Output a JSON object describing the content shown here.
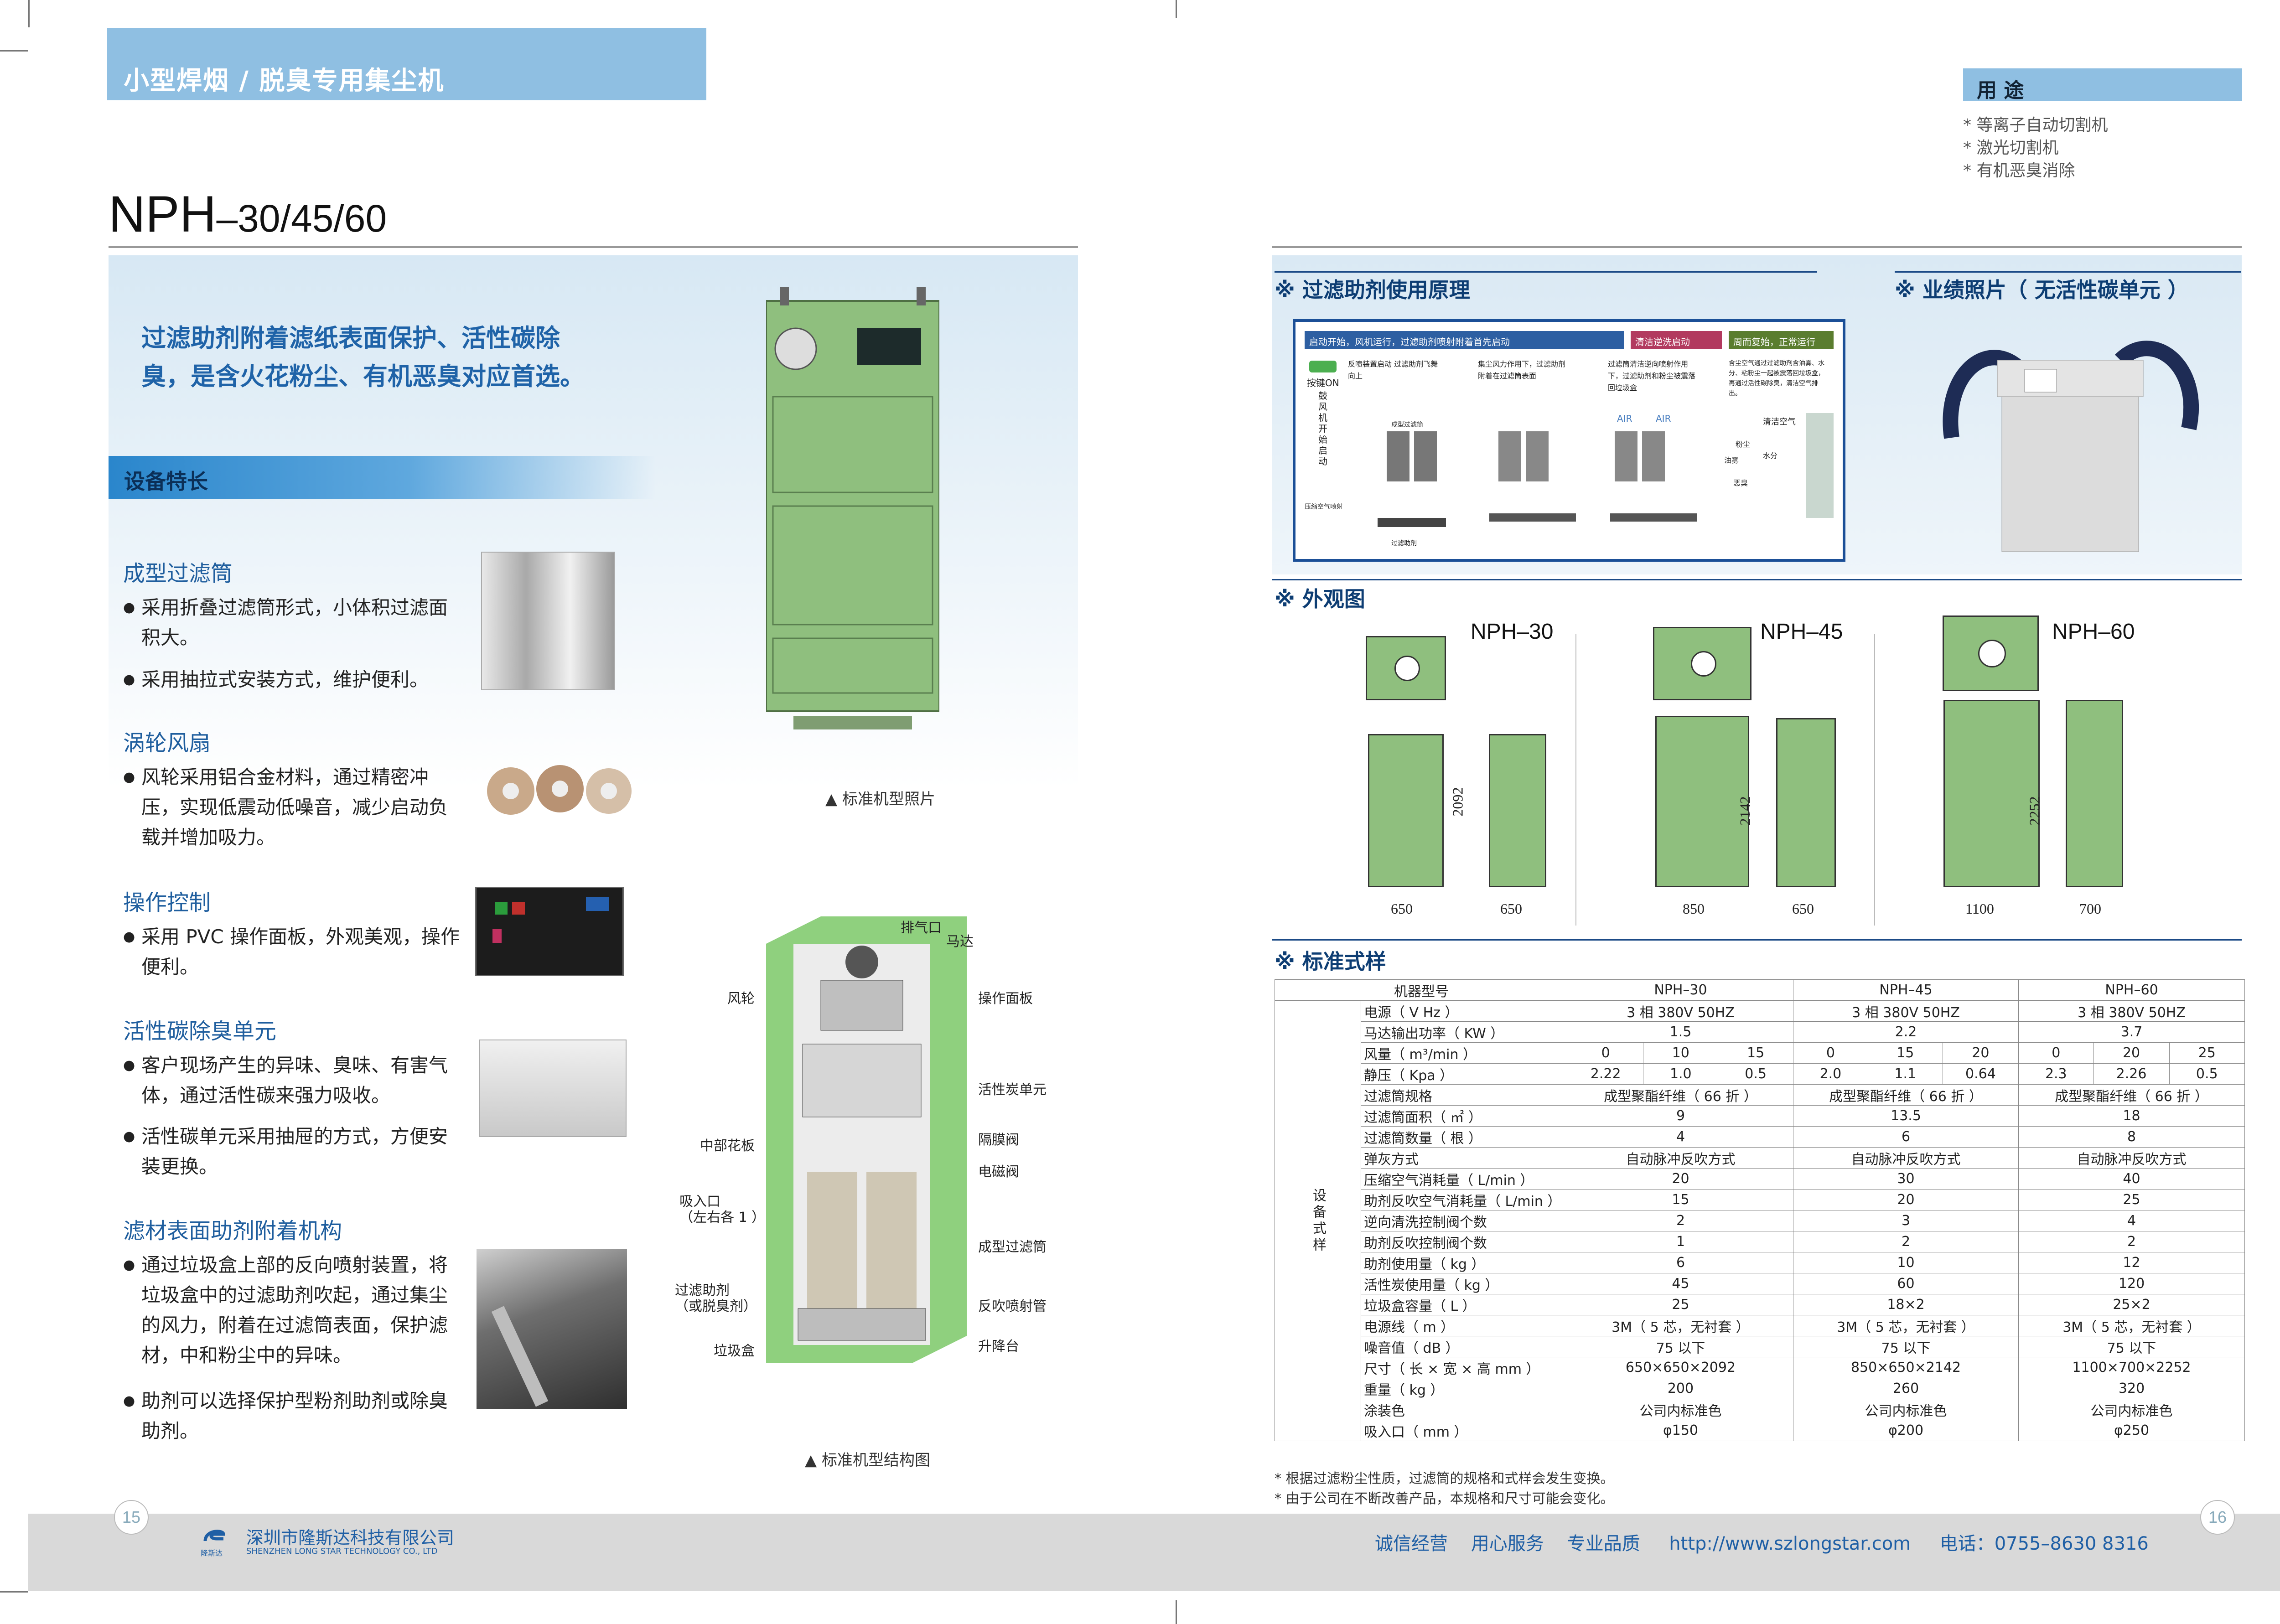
{
  "header": {
    "title": "小型焊烟 / 脱臭专用集尘机"
  },
  "model": {
    "name": "NPH",
    "variants": "–30/45/60"
  },
  "slogan": {
    "line1": "过滤助剂附着滤纸表面保护、活性碳除",
    "line2": "臭，是含火花粉尘、有机恶臭对应首选。"
  },
  "features": {
    "title": "设备特长",
    "items": [
      {
        "heading": "成型过滤筒",
        "points": [
          "采用折叠过滤筒形式，小体积过滤面积大。",
          "采用抽拉式安装方式，维护便利。"
        ]
      },
      {
        "heading": "涡轮风扇",
        "points": [
          "风轮采用铝合金材料，通过精密冲压，实现低震动低噪音，减少启动负载并增加吸力。"
        ]
      },
      {
        "heading": "操作控制",
        "points": [
          "采用 PVC 操作面板，外观美观，操作便利。"
        ]
      },
      {
        "heading": "活性碳除臭单元",
        "points": [
          "客户现场产生的异味、臭味、有害气体，通过活性碳来强力吸收。",
          "活性碳单元采用抽屉的方式，方便安装更换。"
        ]
      },
      {
        "heading": "滤材表面助剂附着机构",
        "points": [
          "通过垃圾盒上部的反向喷射装置，将垃圾盒中的过滤助剂吹起，通过集尘的风力，附着在过滤筒表面，保护滤材，中和粉尘中的异味。",
          "助剂可以选择保护型粉剂助剂或除臭助剂。"
        ]
      }
    ]
  },
  "captions": {
    "photo": "▲  标准机型照片",
    "structure": "▲  标准机型结构图"
  },
  "structure_labels": {
    "exhaust": "排气口",
    "motor": "马达",
    "fan": "风轮",
    "panel": "操作面板",
    "carbon": "活性炭单元",
    "midplate": "中部花板",
    "diaphragm": "隔膜阀",
    "solenoid": "电磁阀",
    "inlet": "吸入口",
    "inlet_note": "（左右各 1 ）",
    "cartridge": "成型过滤筒",
    "agent": "过滤助剂",
    "agent_note": "（或脱臭剂）",
    "reverse": "反吹喷射管",
    "dustbox": "垃圾盒",
    "lift": "升降台"
  },
  "usage": {
    "title": "用 途",
    "items": [
      "* 等离子自动切割机",
      "* 激光切割机",
      "* 有机恶臭消除"
    ]
  },
  "principle": {
    "title": "※  过滤助剂使用原理",
    "steps": [
      "启动开始，风机运行，过滤助剂喷射附着首先启动",
      "清洁逆洗启动",
      "周而复始，正常运行"
    ],
    "key_on": "按键ON",
    "fan_start": "鼓风机开始启动",
    "notes": [
      "反喷装置启动 过滤助剂飞舞向上",
      "集尘风力作用下，过滤助剂附着在过滤筒表面",
      "过滤筒清洁逆向喷射作用下，过滤助剂和粉尘被震落回垃圾盒",
      "含尘空气通过过滤助剂含油雾、水分、粘粉尘一起被震落回垃圾盒，再通过活性碳除臭，清洁空气排出。"
    ],
    "labels": {
      "filter": "成型过滤筒",
      "compressed": "压缩空气喷射",
      "agent": "过滤助剂",
      "air": "AIR",
      "clean": "清洁空气",
      "dust": "粉尘",
      "water": "水分",
      "oil": "油雾",
      "odor": "恶臭"
    }
  },
  "photo_title": "※  业绩照片（ 无活性碳单元 ）",
  "outline": {
    "title": "※  外观图",
    "models": [
      {
        "name": "NPH–30",
        "height": "2092",
        "width": "650",
        "depth": "650"
      },
      {
        "name": "NPH–45",
        "height": "2142",
        "width": "850",
        "depth": "650"
      },
      {
        "name": "NPH–60",
        "height": "2252",
        "width": "1100",
        "depth": "700"
      }
    ]
  },
  "spec": {
    "title": "※  标准式样",
    "side_label": "设备式样",
    "header": [
      "机器型号",
      "NPH–30",
      "NPH–45",
      "NPH–60"
    ],
    "rows": [
      {
        "label": "电源（ V   Hz ）",
        "vals": [
          "3 相 380V    50HZ",
          "3 相 380V    50HZ",
          "3 相 380V    50HZ"
        ]
      },
      {
        "label": "马达输出功率（ KW ）",
        "vals": [
          "1.5",
          "2.2",
          "3.7"
        ]
      },
      {
        "label": "风量（ m³/min ）",
        "split": [
          [
            "0",
            "10",
            "15"
          ],
          [
            "0",
            "15",
            "20"
          ],
          [
            "0",
            "20",
            "25"
          ]
        ]
      },
      {
        "label": "静压（ Kpa ）",
        "split": [
          [
            "2.22",
            "1.0",
            "0.5"
          ],
          [
            "2.0",
            "1.1",
            "0.64"
          ],
          [
            "2.3",
            "2.26",
            "0.5"
          ]
        ]
      },
      {
        "label": "过滤筒规格",
        "vals": [
          "成型聚酯纤维（ 66 折 ）",
          "成型聚酯纤维（ 66 折 ）",
          "成型聚酯纤维（ 66 折 ）"
        ]
      },
      {
        "label": "过滤筒面积（ ㎡ ）",
        "vals": [
          "9",
          "13.5",
          "18"
        ]
      },
      {
        "label": "过滤筒数量（ 根 ）",
        "vals": [
          "4",
          "6",
          "8"
        ]
      },
      {
        "label": "弹灰方式",
        "vals": [
          "自动脉冲反吹方式",
          "自动脉冲反吹方式",
          "自动脉冲反吹方式"
        ]
      },
      {
        "label": "压缩空气消耗量（ L/min ）",
        "vals": [
          "20",
          "30",
          "40"
        ]
      },
      {
        "label": "助剂反吹空气消耗量（ L/min ）",
        "vals": [
          "15",
          "20",
          "25"
        ]
      },
      {
        "label": "逆向清洗控制阀个数",
        "vals": [
          "2",
          "3",
          "4"
        ]
      },
      {
        "label": "助剂反吹控制阀个数",
        "vals": [
          "1",
          "2",
          "2"
        ]
      },
      {
        "label": "助剂使用量（ kg ）",
        "vals": [
          "6",
          "10",
          "12"
        ]
      },
      {
        "label": "活性炭使用量（ kg ）",
        "vals": [
          "45",
          "60",
          "120"
        ]
      },
      {
        "label": "垃圾盒容量（ L ）",
        "vals": [
          "25",
          "18×2",
          "25×2"
        ]
      },
      {
        "label": "电源线（ m ）",
        "vals": [
          "3M（ 5 芯，无衬套 ）",
          "3M（ 5 芯，无衬套 ）",
          "3M（ 5 芯，无衬套 ）"
        ]
      },
      {
        "label": "噪音值（ dB ）",
        "vals": [
          "75 以下",
          "75 以下",
          "75 以下"
        ]
      },
      {
        "label": "尺寸（ 长 × 宽 × 高 mm ）",
        "vals": [
          "650×650×2092",
          "850×650×2142",
          "1100×700×2252"
        ]
      },
      {
        "label": "重量（ kg ）",
        "vals": [
          "200",
          "260",
          "320"
        ]
      },
      {
        "label": "涂装色",
        "vals": [
          "公司内标准色",
          "公司内标准色",
          "公司内标准色"
        ]
      },
      {
        "label": "吸入口（ mm ）",
        "vals": [
          "φ150",
          "φ200",
          "φ250"
        ]
      }
    ],
    "notes": [
      "* 根据过滤粉尘性质，过滤筒的规格和式样会发生变换。",
      "* 由于公司在不断改善产品，本规格和尺寸可能会变化。"
    ]
  },
  "footer": {
    "page_left": "15",
    "page_right": "16",
    "company_cn": "深圳市隆斯达科技有限公司",
    "company_en": "SHENZHEN LONG STAR TECHNOLOGY CO., LTD",
    "logo_text": "隆斯达",
    "info": "诚信经营    用心服务    专业品质     http://www.szlongstar.com     电话：0755–8630 8316"
  },
  "colors": {
    "header_blue": "#8fbfe2",
    "accent_blue": "#1f63a8",
    "machine_green": "#8fbf7e"
  }
}
